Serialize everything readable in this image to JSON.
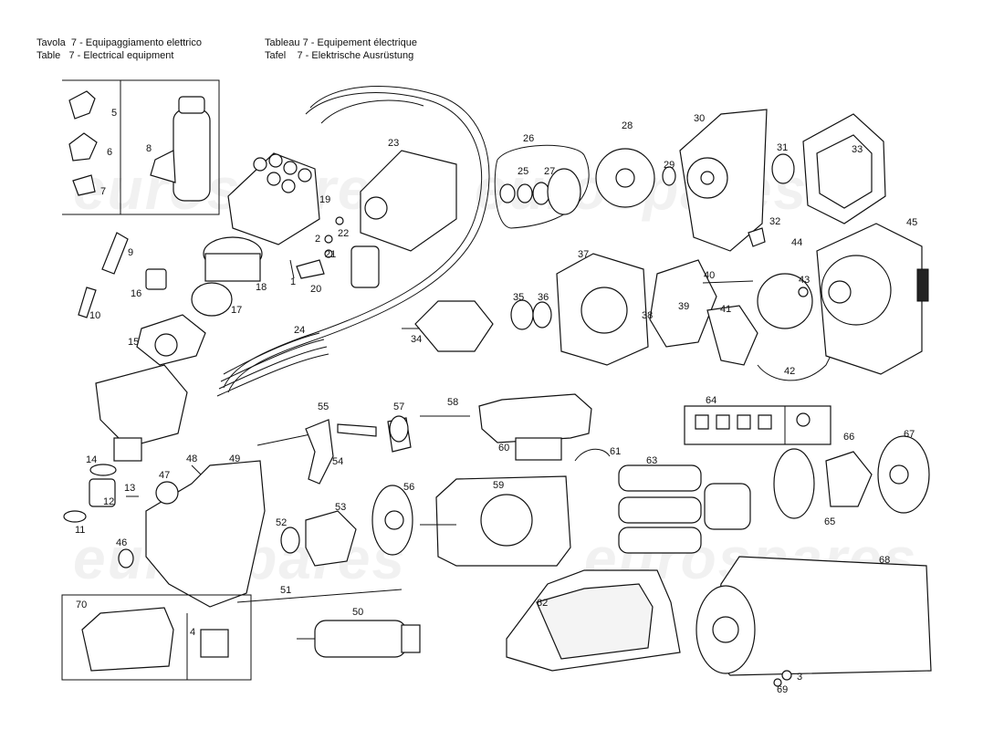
{
  "header": {
    "row1_left": "Tavola  7 - Equipaggiamento elettrico",
    "row2_left": "Table   7 - Electrical equipment",
    "row1_right": "Tableau 7 - Equipement électrique",
    "row2_right": "Tafel    7 - Elektrische Ausrüstung"
  },
  "watermark": "eurospares",
  "callouts": [
    "5",
    "6",
    "7",
    "8",
    "23",
    "19",
    "22",
    "2",
    "21",
    "20",
    "1",
    "18",
    "17",
    "16",
    "15",
    "9",
    "10",
    "24",
    "26",
    "25",
    "27",
    "28",
    "29",
    "30",
    "31",
    "33",
    "32",
    "44",
    "45",
    "43",
    "37",
    "35",
    "36",
    "34",
    "38",
    "39",
    "40",
    "41",
    "42",
    "55",
    "57",
    "58",
    "54",
    "60",
    "61",
    "64",
    "66",
    "67",
    "14",
    "12",
    "13",
    "11",
    "48",
    "49",
    "47",
    "46",
    "52",
    "53",
    "56",
    "59",
    "63",
    "65",
    "51",
    "50",
    "70",
    "4",
    "62",
    "68",
    "3",
    "69"
  ]
}
